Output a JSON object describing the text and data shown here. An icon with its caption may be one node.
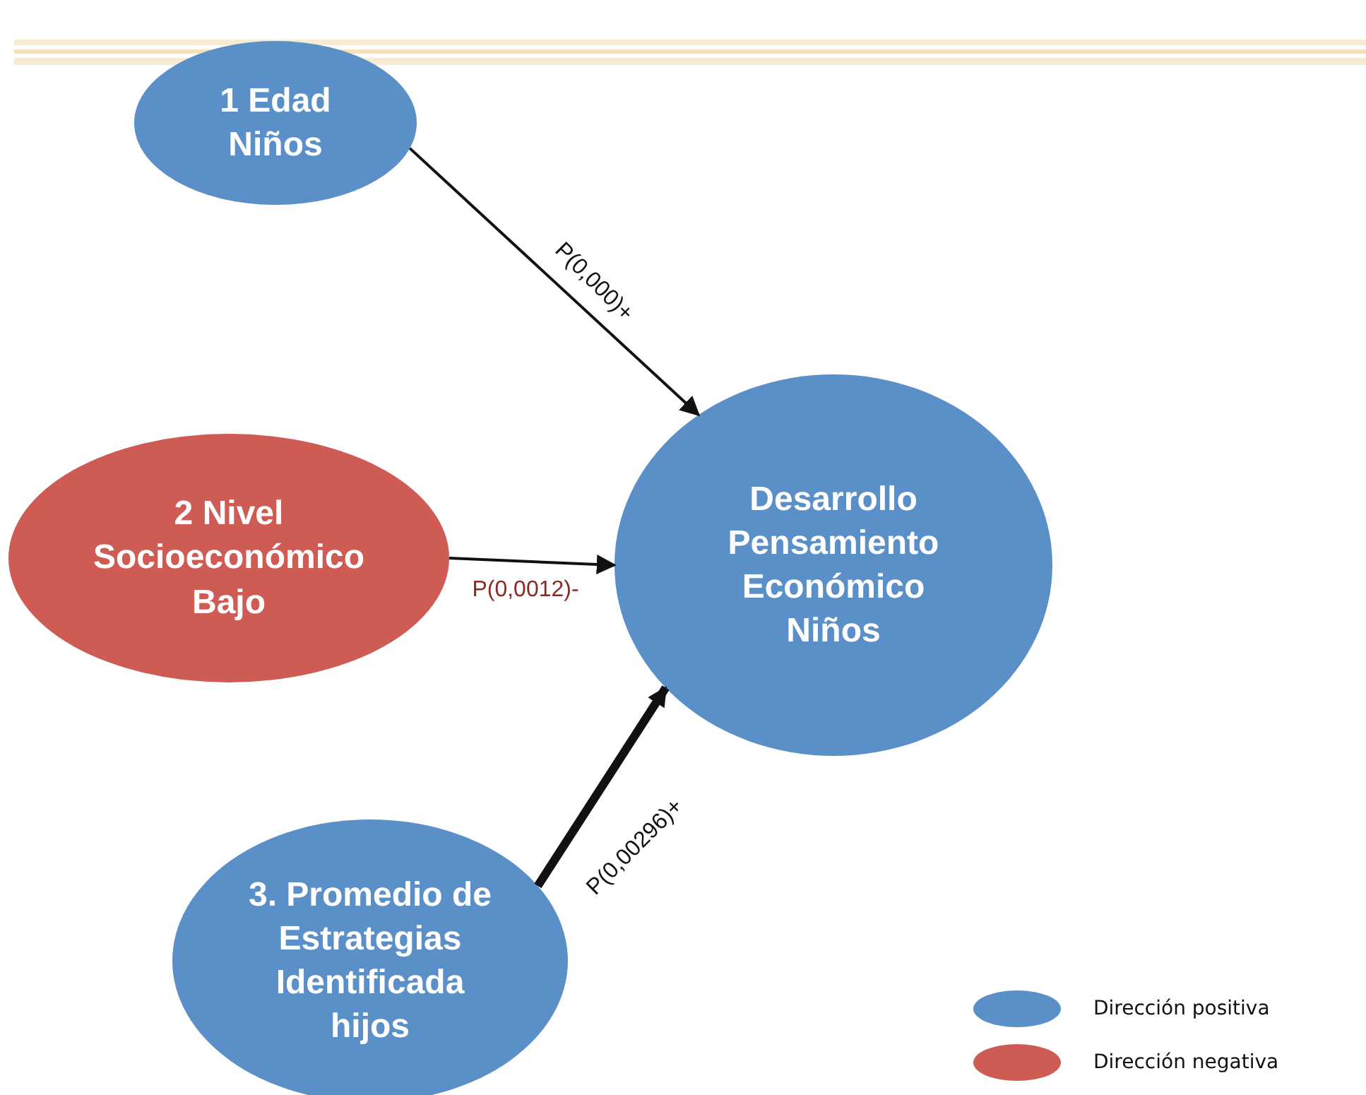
{
  "diagram": {
    "nodes": [
      {
        "text": [
          "1 Edad Niños"
        ]
      },
      {
        "text": [
          "2 Nivel Socioeconómico Bajo"
        ]
      },
      {
        "text": [
          "Desarrollo Pensamiento Económico Niños"
        ]
      },
      {
        "text": [
          "3. Promedio de Estrategias Identificada hijos"
        ]
      }
    ],
    "edges": [
      {
        "from": 0,
        "to": 2,
        "arrow": "to",
        "label": "P(0,000)+"
      },
      {
        "from": 1,
        "to": 2,
        "arrow": "to",
        "label": "P(0,0012)-"
      },
      {
        "from": 3,
        "to": 2,
        "arrow": "to",
        "label": "P(0,00296)+",
        "style": "thick"
      }
    ],
    "legend": [
      {
        "text": "Dirección positiva",
        "color": "#5b8fc7"
      },
      {
        "text": "Dirección negativa",
        "color": "#cf5b55"
      }
    ]
  }
}
